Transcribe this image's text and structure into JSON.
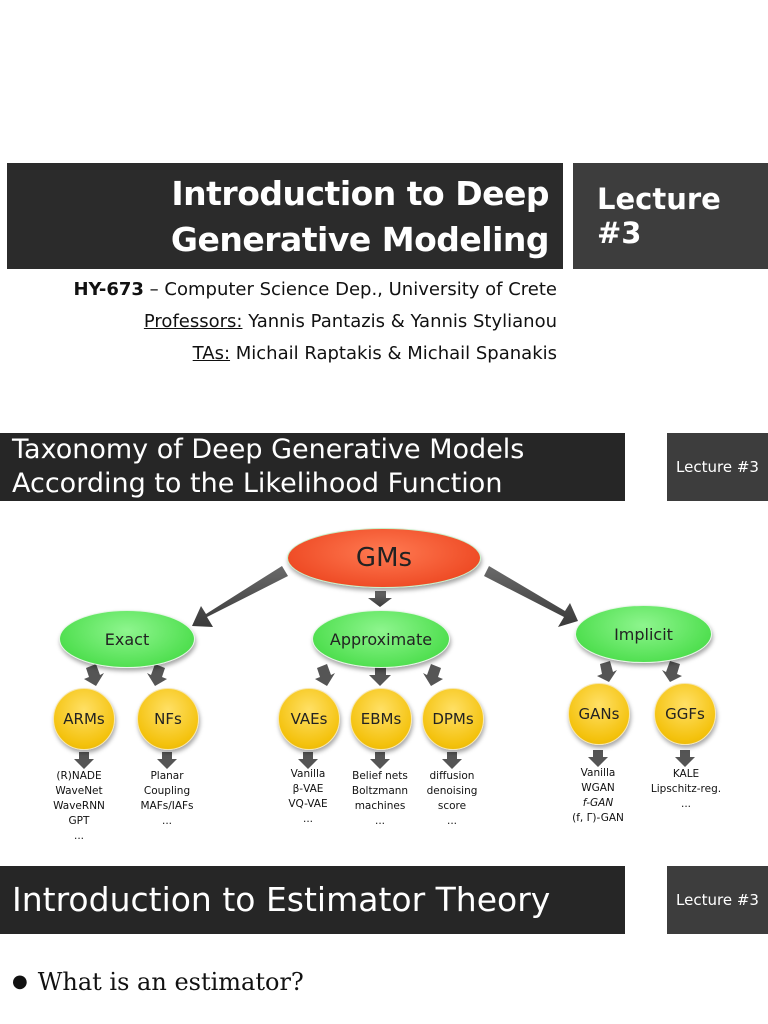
{
  "slide1": {
    "title_line1": "Introduction to Deep",
    "title_line2": "Generative Modeling",
    "lecture": "Lecture #3",
    "info": {
      "course_code": "HY-673",
      "course_rest": " – Computer Science Dep., University of Crete",
      "professors_label": "Professors:",
      "professors": " Yannis Pantazis & Yannis Stylianou",
      "tas_label": "TAs:",
      "tas": " Michail Raptakis & Michail Spanakis"
    }
  },
  "slide2": {
    "title_line1": "Taxonomy of Deep Generative Models",
    "title_line2": "According to the Likelihood Function",
    "lecture": "Lecture #3",
    "diagram": {
      "root": "GMs",
      "categories": [
        "Exact",
        "Approximate",
        "Implicit"
      ],
      "models": {
        "arms": {
          "label": "ARMs",
          "items": [
            "(R)NADE",
            "WaveNet",
            "WaveRNN",
            "GPT",
            "..."
          ]
        },
        "nfs": {
          "label": "NFs",
          "items": [
            "Planar",
            "Coupling",
            "MAFs/IAFs",
            "..."
          ]
        },
        "vaes": {
          "label": "VAEs",
          "items": [
            "Vanilla",
            "β-VAE",
            "VQ-VAE",
            "..."
          ]
        },
        "ebms": {
          "label": "EBMs",
          "items": [
            "Belief nets",
            "Boltzmann",
            "machines",
            "..."
          ]
        },
        "dpms": {
          "label": "DPMs",
          "items": [
            "diffusion",
            "denoising",
            "score",
            "..."
          ]
        },
        "gans": {
          "label": "GANs",
          "items": [
            "Vanilla",
            "WGAN",
            "f-GAN",
            "(f, Γ)-GAN"
          ]
        },
        "ggfs": {
          "label": "GGFs",
          "items": [
            "KALE",
            "Lipschitz-reg.",
            "..."
          ]
        }
      }
    }
  },
  "slide3": {
    "title": "Introduction to Estimator Theory",
    "lecture": "Lecture #3",
    "bullet": "What is an estimator?"
  },
  "colors": {
    "header_dark": "#262626",
    "lecture_box": "#3d3d3d",
    "root_node": "#ee4a24",
    "category_node": "#52e052",
    "model_node": "#f4c20d"
  }
}
